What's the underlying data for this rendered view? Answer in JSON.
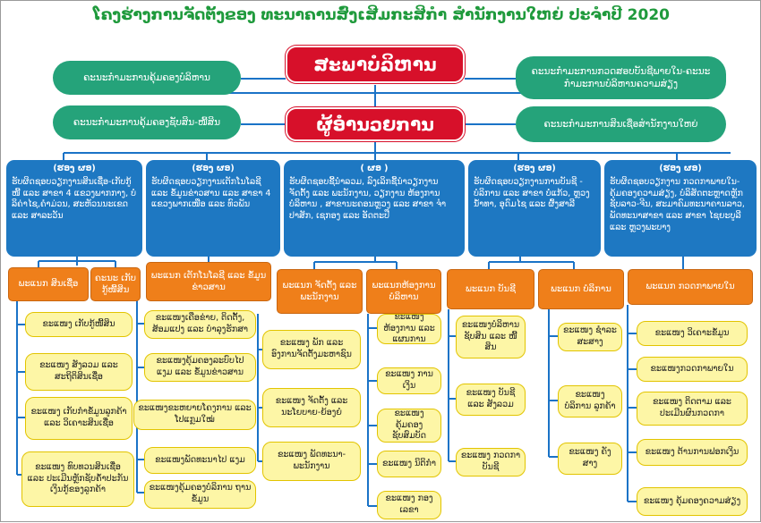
{
  "title": "ໂຄງຮ່າງການຈັດຕັ້ງຂອງ ທະນາຄານສົ່ງເສີມກະສິກຳ ສຳນັກງານໃຫຍ່ ປະຈຳປີ 2020",
  "board": "ສະພາບໍລິຫານ",
  "director": "ຜູ້ອຳນວຍການ",
  "committees": {
    "top_left": "ຄະນະກຳມະການຄຸ້ມຄອງບໍລິຫານ",
    "mid_left": "ຄະນະກຳມະການຄຸ້ມຄອງຊັບສິນ-ໜີ້ສິນ",
    "top_right": "ຄະນະກຳມະການກວດສອບບັນຊີພາຍໃນ-ຄະນະກຳມະການບໍລິຫານຄວາມສ່ຽງ",
    "mid_right": "ຄະນະກຳມະການສິນເຊື່ອສຳນັກງານໃຫຍ່"
  },
  "deputies": [
    {
      "head": "(ຮອງ ຜອ)",
      "text": "ຮັບຜິດຊອບວຽກງານສິນເຊື່ອ-ເກັບກູ້ໜີ້ ແລະ ສາຂາ 4 ແຂວງພາກກາງ, ບໍລິຄ່າໄຊ,ຄຳມ່ວນ, ສະຫັວນນະເຂດ ແລະ ສາລະວັນ"
    },
    {
      "head": "(ຮອງ ຜອ)",
      "text": "ຮັບຜິດຊອບວຽກງານເຕັກໂນໂລຊີ ແລະ ຂໍ້ມູນຂ່າວສານ ແລະ ສາຂາ 4 ແຂວງພາກເໜືອ ແລະ ທົວພັນ"
    },
    {
      "head": "( ຜອ )",
      "text": "ຮັບຜິດຊອບຊີ້ນຳລວມ, ລົງເລິກຊີ້ນຳວຽກງານ ຈັດຕັ້ງ ແລະ ພະນັກງານ, ວຽກງານ ຫ້ອງການບໍລິຫານ , ສາຂານະຄອນຫຼວງ ແລະ ສາຂາ ຈຳປາສັກ, ເຊກອງ ແລະ ອັດຕະປື"
    },
    {
      "head": "(ຮອງ ຜອ)",
      "text": "ຮັບຜິດຊອບວຽກງານການບັນຊີ - ບໍລິການ ແລະ ສາຂາ ບໍ່ແກ້ວ, ຫຼວງນ້ຳທາ, ອຸດົມໄຊ ແລະ ຜົ້ງສາລີ"
    },
    {
      "head": "(ຮອງ ຜອ)",
      "text": "ຮັບຜິດຊອບວຽກງານ ກວດກາພາຍໃນ-ຄຸ້ມຄອງຄວາມສ່ຽງ, ບໍລິສັດຕະຫຼາດຫຼັກຊັບລາວ-ຈີນ, ສະມາຄົມທະນາຄານລາວ, ພັດທະນາສາຂາ ແລະ ສາຂາ ໄຊຍະບູລີ ແລະ ຫຼວງພະບາງ"
    }
  ],
  "departments": [
    "ພະແນກ ສິນເຊື່ອ",
    "ຄະນະ ເກັບກູ້ໜີ້ສິນ",
    "ພະແນກ ເຕັກໂນໂລຊີ ແລະ ຂໍ້ມູນຂ່າວສານ",
    "ພະແນກ ຈັດຕັ້ງ ແລະ ພະນັກງານ",
    "ພະແນກຫ້ອງການ ບໍລິຫານ",
    "ພະແນກ ບັນຊີ",
    "ພະແນກ ບໍລິການ",
    "ພະແນກ ກວດກາພາຍໃນ"
  ],
  "sections": {
    "credit": [
      "ຂະແໜງ ເກັບກູ້ໜີ້ສິນ",
      "ຂະແໜງ ສັງລວມ ແລະ ສະຖິຕິສິນເຊື່ອ",
      "ຂະແໜງ ເກັບກຳຂໍ້ມູນລູກຄ້າ ແລະ ວິເຄາະສິນເຊື່ອ",
      "ຂະແໜງ ທົບທວນສິນເຊື່ອ ແລະ ປະເມີນຫຼັກຊັບຄ້ຳປະກັນເງິນກູ້ຂອງລູກຄ້າ"
    ],
    "it": [
      "ຂະແໜງເຄືອຂ່າຍ, ຕິດຕັ້ງ, ສ້ອມແປງ ແລະ ບຳລຸງຮັກສາ",
      "ຂະແໜງຄຸ້ມຄອງລະບົບໄປ ແງມ ແລະ ຂໍ້ມູນຂ່າວສານ",
      "ຂະແໜງຂະຫຍາຍໂຄງການ ແລະ ໂປແກຼມໃໝ່",
      "ຂະແໜງພັດທະນາໄປ ແງມ",
      "ຂະແໜງຄຸ້ມຄອງບໍລິການ ຖານຂໍ້ມູນ"
    ],
    "org": [
      "ຂະແໜງ ພັກ ແລະ ອົງການຈັດຕັ້ງມະຫາຊົນ",
      "ຂະແໜງ ຈັດຕັ້ງ ແລະ ນະໂຍບາຍ-ຍ້ອງຍໍ",
      "ຂະແໜງ ພັດທະນາ-ພະນັກງານ"
    ],
    "admin": [
      "ຂະແໜງ ຫ້ອງການ ແລະ ແຜນການ",
      "ຂະແໜງ ການເງິນ",
      "ຂະແໜງ ຄຸ້ມຄອງຊັບສົມບັດ",
      "ຂະແໜງ ນິຕິກຳ",
      "ຂະແໜງ ກອງເລຂາ"
    ],
    "accounting": [
      "ຂະແໜງບໍລິຫານ ຊັບສິນ ແລະ ໜີ້ສິນ",
      "ຂະແໜງ ບັນຊີ ແລະ ສັງລວມ",
      "ຂະແໜງ ກວດກາບັນຊີ"
    ],
    "service": [
      "ຂະແໜງ ຊຳລະສະສາງ",
      "ຂະແໜງບໍລິການ ລູກຄ້າ",
      "ຂະແໜງ ຄັງສາງ"
    ],
    "audit": [
      "ຂະແໜງ ວິເຄາະຂໍ້ມູນ",
      "ຂະແໜງກວດກາພາຍໃນ",
      "ຂະແໜງ ຕິດຕາມ ແລະ ປະເມີນຜົນກວດກາ",
      "ຂະແໜງ ຕ້ານການຟອກເງິນ",
      "ຂະແໜງ ຄຸ້ມຄອງຄວາມສ່ຽງ"
    ]
  },
  "colors": {
    "title": "#1f9a3c",
    "board": "#d7102a",
    "committee": "#25a37a",
    "deputy": "#1e78c2",
    "department": "#ef7f1a",
    "section_fill": "#fdf6a6",
    "line": "#1a73c7"
  }
}
